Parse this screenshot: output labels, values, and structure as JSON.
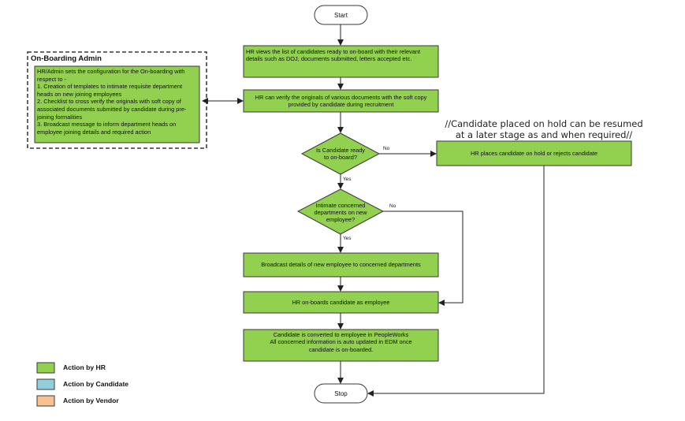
{
  "colors": {
    "action_hr": "#92D050",
    "action_candidate": "#92CDDC",
    "action_vendor": "#FAC090",
    "stroke": "#3a3a3a",
    "terminal_fill": "#ffffff"
  },
  "nodes": {
    "start": "Start",
    "view_list": "HR views the list of candidates ready to on-board with their relevant details such as DOJ, documents submitted, letters accepted etc.",
    "verify_docs": "HR can verify the originals of various documents with the soft copy provided by candidate during recruitment",
    "ready_decision": "Is Candidate ready to on-board?",
    "hold_reject": "HR places candidate on hold or rejects candidate",
    "intimate_decision": "Intimate concerned departments on new employee?",
    "broadcast": "Broadcast details of new employee to concerned departments",
    "onboard": "HR on-boards candidate as employee",
    "converted_line1": "Candidate is converted to employee in PeopleWorks",
    "converted_line2": "All concerned information is auto updated in EDM once candidate is on-boarded.",
    "stop": "Stop"
  },
  "edge_labels": {
    "ready_no": "No",
    "ready_yes": "Yes",
    "intimate_no": "No",
    "intimate_yes": "Yes"
  },
  "admin": {
    "title": "On-Boarding Admin",
    "intro": "HR/Admin sets the configuration for the On-boarding with respect to -",
    "items": [
      "1. Creation of templates to intimate requisite department heads on new joining employees",
      "2. Checklist to cross verify the originals with soft copy of associated documents submitted by candidate during pre-joining formalities",
      "3. Broadcast message to inform department heads on employee joining details and required action"
    ]
  },
  "note": {
    "line1": "//Candidate placed on hold can be resumed",
    "line2": "at a later stage as and when required//"
  },
  "legend": [
    {
      "label": "Action by HR",
      "color": "#92D050"
    },
    {
      "label": "Action by Candidate",
      "color": "#92CDDC"
    },
    {
      "label": "Action by Vendor",
      "color": "#FAC090"
    }
  ]
}
